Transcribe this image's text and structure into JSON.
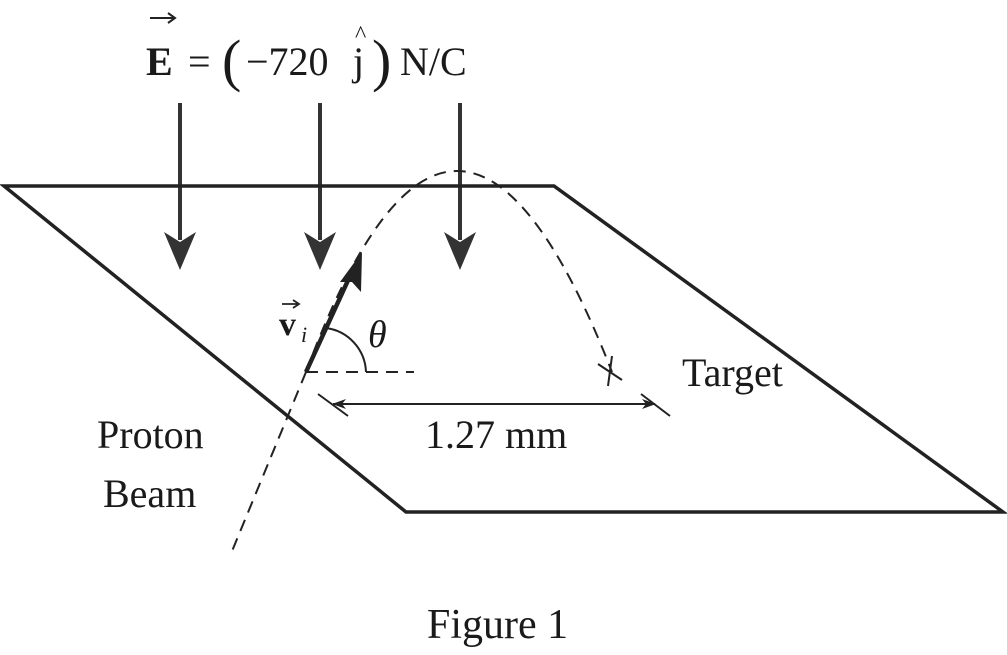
{
  "field_equation": {
    "vector_symbol": "E",
    "equals": "=",
    "open_paren": "(",
    "value": "−720",
    "unit_vector": "j",
    "close_paren": ")",
    "units": "N/C"
  },
  "velocity": {
    "symbol": "v",
    "subscript": "i"
  },
  "angle_label": "θ",
  "distance_label": "1.27 mm",
  "target_label": "Target",
  "beam_label_line1": "Proton",
  "beam_label_line2": "Beam",
  "caption": "Figure 1",
  "colors": {
    "ink": "#222222",
    "background": "#ffffff"
  }
}
